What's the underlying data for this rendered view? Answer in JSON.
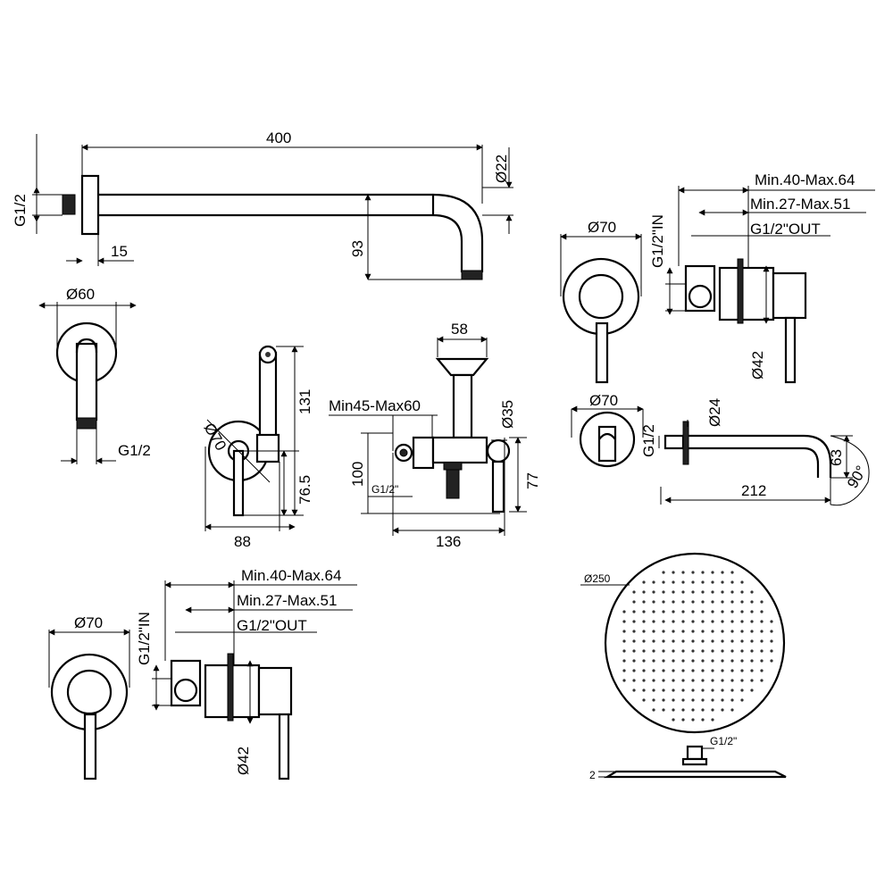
{
  "shower_arm": {
    "length": "400",
    "diameter": "Ø22",
    "thread": "G1/2",
    "flange": "15",
    "drop": "93"
  },
  "arm_flange_front": {
    "diameter": "Ø60",
    "thread": "G1/2"
  },
  "bidet_valve": {
    "plate_diameter": "Ø70",
    "height_top": "131",
    "height_center": "76.5",
    "width": "88"
  },
  "bidet_side": {
    "spray_width": "58",
    "depth_range": "Min45-Max60",
    "handle_diameter": "Ø35",
    "height_left": "100",
    "thread": "G1/2\"",
    "height_right": "77",
    "width": "136"
  },
  "mixer_top": {
    "plate_diameter": "Ø70",
    "inlet": "G1/2\"IN",
    "min_max_1": "Min.40-Max.64",
    "min_max_2": "Min.27-Max.51",
    "outlet": "G1/2\"OUT",
    "body_diameter": "Ø42"
  },
  "spout": {
    "plate_diameter": "Ø70",
    "thread": "G1/2",
    "pipe_diameter": "Ø24",
    "drop": "63",
    "angle": "90°",
    "projection": "212"
  },
  "mixer_bottom": {
    "plate_diameter": "Ø70",
    "inlet": "G1/2\"IN",
    "min_max_1": "Min.40-Max.64",
    "min_max_2": "Min.27-Max.51",
    "outlet": "G1/2\"OUT",
    "body_diameter": "Ø42"
  },
  "shower_head": {
    "diameter": "Ø250",
    "thread": "G1/2\"",
    "thickness": "2"
  }
}
